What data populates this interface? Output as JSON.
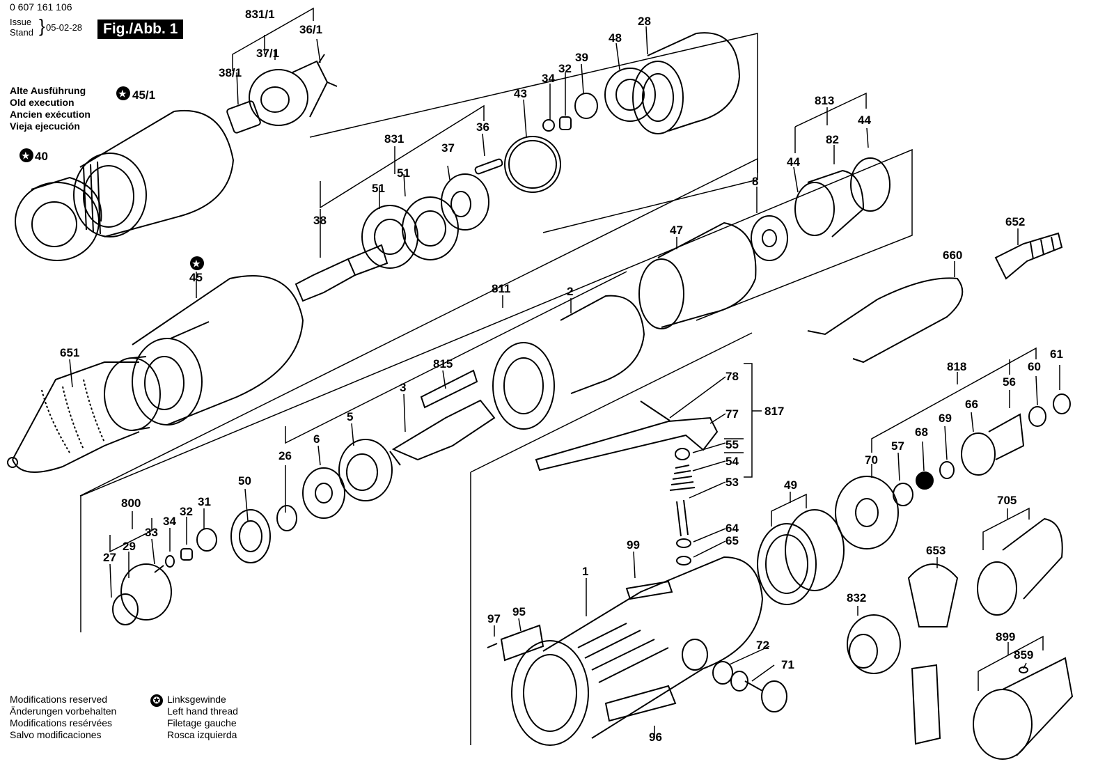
{
  "header": {
    "doc_number": "0 607 161 106",
    "issue_label": "Issue",
    "stand_label": "Stand",
    "date": "05-02-28",
    "figure_label": "Fig./Abb. 1"
  },
  "old_execution": [
    "Alte Ausführung",
    "Old execution",
    "Ancien exécution",
    "Vieja ejecución"
  ],
  "modifications": [
    "Modifications reserved",
    "Änderungen vorbehalten",
    "Modifications resérvées",
    "Salvo modificaciones"
  ],
  "left_hand_thread": [
    "Linksgewinde",
    "Left hand thread",
    "Filetage gauche",
    "Rosca izquierda"
  ],
  "part_labels": [
    {
      "id": "831/1",
      "text": "831/1"
    },
    {
      "id": "36/1",
      "text": "36/1"
    },
    {
      "id": "37/1",
      "text": "37/1"
    },
    {
      "id": "38/1",
      "text": "38/1"
    },
    {
      "id": "45/1",
      "text": "45/1"
    },
    {
      "id": "40",
      "text": "40"
    },
    {
      "id": "28",
      "text": "28"
    },
    {
      "id": "48",
      "text": "48"
    },
    {
      "id": "39",
      "text": "39"
    },
    {
      "id": "32a",
      "text": "32"
    },
    {
      "id": "34a",
      "text": "34"
    },
    {
      "id": "43",
      "text": "43"
    },
    {
      "id": "36",
      "text": "36"
    },
    {
      "id": "37",
      "text": "37"
    },
    {
      "id": "831",
      "text": "831"
    },
    {
      "id": "51a",
      "text": "51"
    },
    {
      "id": "51b",
      "text": "51"
    },
    {
      "id": "38",
      "text": "38"
    },
    {
      "id": "813",
      "text": "813"
    },
    {
      "id": "82",
      "text": "82"
    },
    {
      "id": "44a",
      "text": "44"
    },
    {
      "id": "44b",
      "text": "44"
    },
    {
      "id": "8",
      "text": "8"
    },
    {
      "id": "47",
      "text": "47"
    },
    {
      "id": "652",
      "text": "652"
    },
    {
      "id": "660",
      "text": "660"
    },
    {
      "id": "45",
      "text": "45"
    },
    {
      "id": "811",
      "text": "811"
    },
    {
      "id": "2",
      "text": "2"
    },
    {
      "id": "651",
      "text": "651"
    },
    {
      "id": "815",
      "text": "815"
    },
    {
      "id": "3",
      "text": "3"
    },
    {
      "id": "5",
      "text": "5"
    },
    {
      "id": "6",
      "text": "6"
    },
    {
      "id": "26",
      "text": "26"
    },
    {
      "id": "50",
      "text": "50"
    },
    {
      "id": "800",
      "text": "800"
    },
    {
      "id": "29",
      "text": "29"
    },
    {
      "id": "33",
      "text": "33"
    },
    {
      "id": "27",
      "text": "27"
    },
    {
      "id": "34b",
      "text": "34"
    },
    {
      "id": "32b",
      "text": "32"
    },
    {
      "id": "31",
      "text": "31"
    },
    {
      "id": "78",
      "text": "78"
    },
    {
      "id": "77",
      "text": "77"
    },
    {
      "id": "817",
      "text": "817"
    },
    {
      "id": "55",
      "text": "55"
    },
    {
      "id": "54",
      "text": "54"
    },
    {
      "id": "53",
      "text": "53"
    },
    {
      "id": "64",
      "text": "64"
    },
    {
      "id": "65",
      "text": "65"
    },
    {
      "id": "99",
      "text": "99"
    },
    {
      "id": "1",
      "text": "1"
    },
    {
      "id": "97",
      "text": "97"
    },
    {
      "id": "95",
      "text": "95"
    },
    {
      "id": "72",
      "text": "72"
    },
    {
      "id": "71",
      "text": "71"
    },
    {
      "id": "96",
      "text": "96"
    },
    {
      "id": "49",
      "text": "49"
    },
    {
      "id": "818",
      "text": "818"
    },
    {
      "id": "61",
      "text": "61"
    },
    {
      "id": "60",
      "text": "60"
    },
    {
      "id": "56",
      "text": "56"
    },
    {
      "id": "66",
      "text": "66"
    },
    {
      "id": "69",
      "text": "69"
    },
    {
      "id": "68",
      "text": "68"
    },
    {
      "id": "57",
      "text": "57"
    },
    {
      "id": "70",
      "text": "70"
    },
    {
      "id": "705",
      "text": "705"
    },
    {
      "id": "653",
      "text": "653"
    },
    {
      "id": "832",
      "text": "832"
    },
    {
      "id": "899",
      "text": "899"
    },
    {
      "id": "859",
      "text": "859"
    }
  ],
  "icons": {
    "left_hand_thread": "star-circle-icon"
  }
}
